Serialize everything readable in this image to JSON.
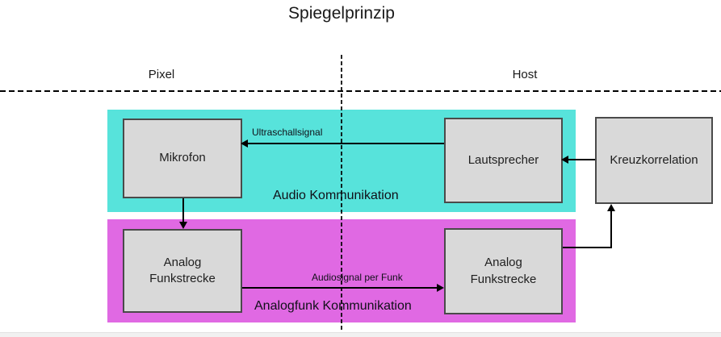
{
  "title": "Spiegelprinzip",
  "columns": {
    "left_label": "Pixel",
    "right_label": "Host"
  },
  "zones": {
    "audio": {
      "label": "Audio Kommunikation",
      "color": "#57E3DB"
    },
    "radio": {
      "label": "Analogfunk Kommunikation",
      "color": "#E069E3"
    }
  },
  "nodes": {
    "mikrofon": {
      "label": "Mikrofon"
    },
    "lautsprecher": {
      "label": "Lautsprecher"
    },
    "kreuzkorrelation": {
      "label": "Kreuzkorrelation"
    },
    "analog_funkstrecke_left": {
      "label": "Analog Funkstrecke"
    },
    "analog_funkstrecke_right": {
      "label": "Analog Funkstrecke"
    }
  },
  "edges": {
    "ultraschall": {
      "label": "Ultraschallsignal",
      "from": "Lautsprecher",
      "to": "Mikrofon"
    },
    "audiosignal": {
      "label": "Audiosignal per Funk",
      "from": "Analog Funkstrecke (Pixel)",
      "to": "Analog Funkstrecke (Host)"
    },
    "kreuz_to_lautsprecher": {
      "from": "Kreuzkorrelation",
      "to": "Lautsprecher"
    },
    "mikrofon_to_analog": {
      "from": "Mikrofon",
      "to": "Analog Funkstrecke (Pixel)"
    },
    "analog_to_kreuz": {
      "from": "Analog Funkstrecke (Host)",
      "to": "Kreuzkorrelation"
    }
  },
  "style": {
    "node_fill": "#d9d9d9",
    "node_border": "#4a4a4a",
    "line_color": "#000000"
  }
}
